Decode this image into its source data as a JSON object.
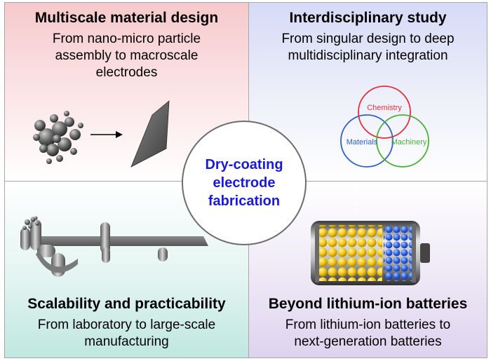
{
  "panels": {
    "top_left": {
      "title": "Multiscale material design",
      "desc_line1": "From nano-micro particle",
      "desc_line2": "assembly to macroscale",
      "desc_line3": "electrodes"
    },
    "top_right": {
      "title": "Interdisciplinary study",
      "desc_line1": "From singular design to deep",
      "desc_line2": "multidisciplinary integration",
      "venn": {
        "chemistry": "Chemistry",
        "materials": "Materials",
        "machinery": "Machinery",
        "colors": {
          "chemistry": "#e0303c",
          "materials": "#3060c8",
          "machinery": "#4cae3c"
        }
      }
    },
    "bottom_left": {
      "title": "Scalability and practicability",
      "desc_line1": "From laboratory to large-scale",
      "desc_line2": "manufacturing"
    },
    "bottom_right": {
      "title": "Beyond lithium-ion batteries",
      "desc_line1": "From lithium-ion batteries to",
      "desc_line2": "next-generation batteries"
    }
  },
  "center": {
    "line1": "Dry-coating",
    "line2": "electrode",
    "line3": "fabrication",
    "color": "#1a1ad6"
  }
}
